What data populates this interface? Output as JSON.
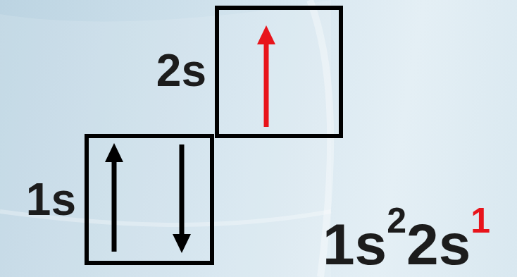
{
  "diagram": {
    "nodes": [
      {
        "text": [
          "2s"
        ]
      },
      {
        "text": [
          "1s"
        ]
      }
    ],
    "labels": [
      "1s",
      "2",
      "2s",
      "1"
    ]
  }
}
